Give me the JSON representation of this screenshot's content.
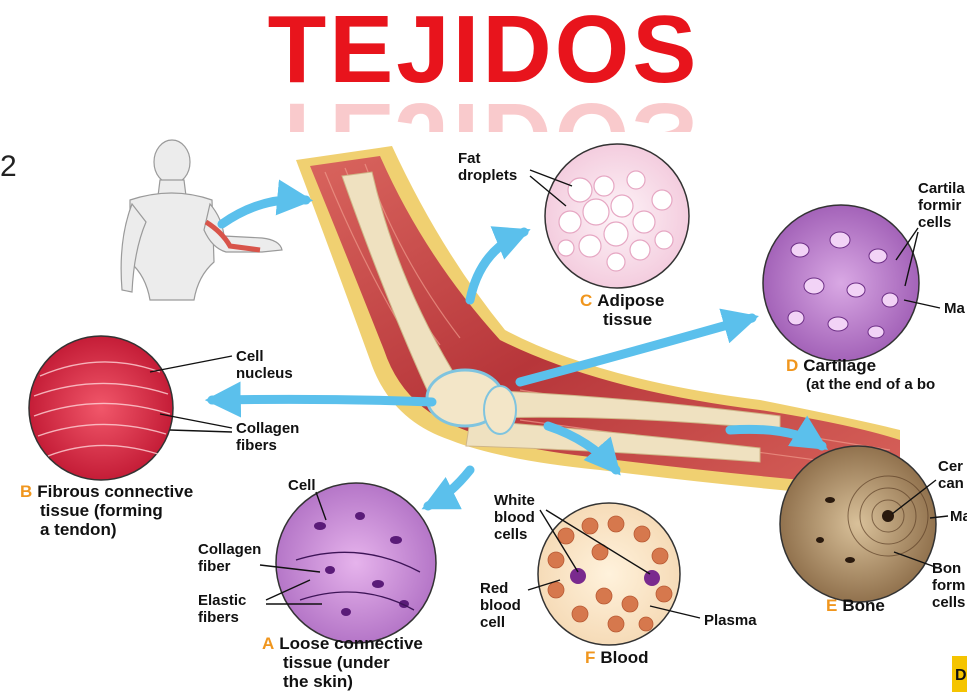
{
  "title": "TEJIDOS",
  "edge_mark": "2",
  "colors": {
    "title": "#e8141c",
    "arrow": "#5bc0ec",
    "letter": "#f0961e"
  },
  "tissues": {
    "adipose": {
      "letter": "C",
      "name": [
        "Adipose",
        "tissue"
      ],
      "labels": {
        "fat_droplets": [
          "Fat",
          "droplets"
        ]
      }
    },
    "cartilage": {
      "letter": "D",
      "name": [
        "Cartilage",
        "(at the end of a bo"
      ],
      "labels": {
        "cartilage_forming_cells": [
          "Cartila",
          "formir",
          "cells"
        ],
        "matrix": "Ma"
      }
    },
    "fibrous": {
      "letter": "B",
      "name": [
        "Fibrous connective",
        "tissue (forming",
        "a tendon)"
      ],
      "labels": {
        "cell_nucleus": [
          "Cell",
          "nucleus"
        ],
        "collagen_fibers": [
          "Collagen",
          "fibers"
        ]
      }
    },
    "loose": {
      "letter": "A",
      "name": [
        "Loose connective",
        "tissue (under",
        "the skin)"
      ],
      "labels": {
        "cell": "Cell",
        "collagen_fiber": [
          "Collagen",
          "fiber"
        ],
        "elastic_fibers": [
          "Elastic",
          "fibers"
        ]
      }
    },
    "blood": {
      "letter": "F",
      "name": "Blood",
      "labels": {
        "white_blood_cells": [
          "White",
          "blood",
          "cells"
        ],
        "red_blood_cell": [
          "Red",
          "blood",
          "cell"
        ],
        "plasma": "Plasma"
      }
    },
    "bone": {
      "letter": "E",
      "name": "Bone",
      "labels": {
        "central_canal": [
          "Cer",
          "can"
        ],
        "matrix": "Ma",
        "bone_forming_cells": [
          "Bon",
          "form",
          "cells"
        ]
      }
    }
  },
  "corner_tab": "D"
}
